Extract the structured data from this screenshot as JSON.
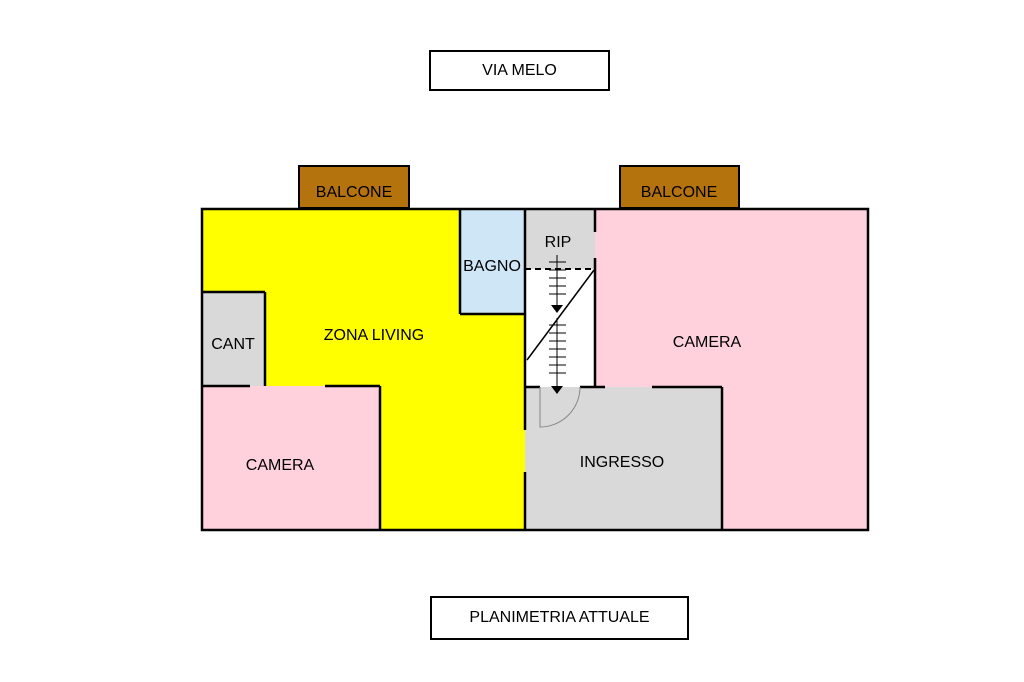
{
  "street_label": "VIA MELO",
  "caption": "PLANIMETRIA ATTUALE",
  "rooms": {
    "zona_living": "ZONA LIVING",
    "bagno": "BAGNO",
    "rip": "RIP",
    "cant": "CANT",
    "camera_left": "CAMERA",
    "camera_right": "CAMERA",
    "ingresso": "INGRESSO",
    "balcone_left": "BALCONE",
    "balcone_right": "BALCONE"
  },
  "colors": {
    "living": "#ffff00",
    "bagno": "#cfe6f7",
    "camera": "#ffd1dc",
    "service": "#d9d9d9",
    "balcone": "#b5730d",
    "wall": "#000000"
  }
}
